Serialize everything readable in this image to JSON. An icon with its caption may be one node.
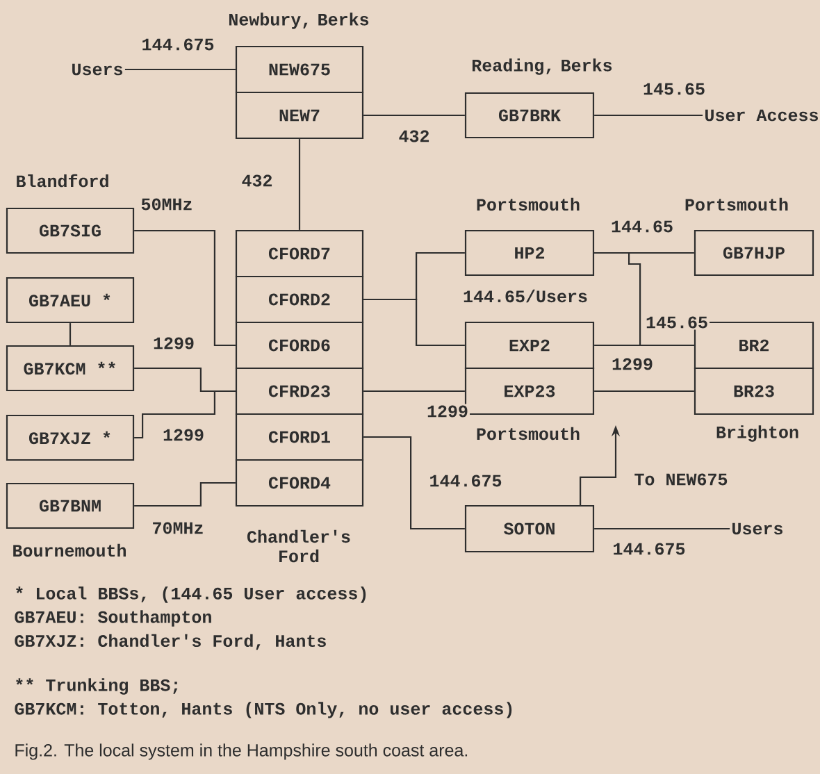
{
  "diagram": {
    "caption": "Fig.2. The local system in the Hampshire south coast area.",
    "nodes": [
      {
        "text": [
          "Users"
        ]
      },
      {
        "text": [
          "NEW675"
        ],
        "beside": [
          "Newbury, Berks"
        ]
      },
      {
        "text": [
          "NEW7"
        ]
      },
      {
        "text": [
          "GB7BRK"
        ],
        "beside": [
          "Reading, Berks"
        ]
      },
      {
        "text": [
          "User Access"
        ]
      },
      {
        "text": [
          "GB7SIG"
        ],
        "beside": [
          "Blandford"
        ]
      },
      {
        "text": [
          "GB7AEU *"
        ]
      },
      {
        "text": [
          "GB7KCM **"
        ]
      },
      {
        "text": [
          "GB7XJZ *"
        ]
      },
      {
        "text": [
          "GB7BNM"
        ],
        "beside": [
          "Bournemouth"
        ]
      },
      {
        "text": [
          "CFORD7"
        ]
      },
      {
        "text": [
          "CFORD2"
        ]
      },
      {
        "text": [
          "CFORD6"
        ]
      },
      {
        "text": [
          "CFRD23"
        ]
      },
      {
        "text": [
          "CFORD1"
        ]
      },
      {
        "text": [
          "CFORD4"
        ],
        "beside": [
          "Chandler's Ford"
        ]
      },
      {
        "text": [
          "HP2"
        ],
        "beside": [
          "Portsmouth"
        ]
      },
      {
        "text": [
          "GB7HJP"
        ],
        "beside": [
          "Portsmouth"
        ]
      },
      {
        "text": [
          "EXP2"
        ]
      },
      {
        "text": [
          "EXP23"
        ],
        "beside": [
          "Portsmouth"
        ]
      },
      {
        "text": [
          "BR2"
        ]
      },
      {
        "text": [
          "BR23"
        ],
        "beside": [
          "Brighton"
        ]
      },
      {
        "text": [
          "SOTON"
        ]
      },
      {
        "text": [
          "Users"
        ]
      }
    ],
    "edges": [
      {
        "from": 0,
        "to": 1,
        "arrow": "none",
        "label": "144.675"
      },
      {
        "from": 2,
        "to": 3,
        "arrow": "none",
        "label": "432"
      },
      {
        "from": 3,
        "to": 4,
        "arrow": "none",
        "label": "145.65"
      },
      {
        "from": 2,
        "to": 10,
        "arrow": "none",
        "label": "432"
      },
      {
        "from": 5,
        "to": 12,
        "arrow": "none",
        "label": "50MHz"
      },
      {
        "from": 6,
        "to": 7,
        "arrow": "none"
      },
      {
        "from": 7,
        "to": 13,
        "arrow": "none",
        "label": "1299"
      },
      {
        "from": 8,
        "to": 13,
        "arrow": "none",
        "label": "1299"
      },
      {
        "from": 9,
        "to": 15,
        "arrow": "none",
        "label": "70MHz"
      },
      {
        "from": 11,
        "to": 16,
        "arrow": "none"
      },
      {
        "from": 11,
        "to": 18,
        "arrow": "none",
        "label": "144.65/Users"
      },
      {
        "from": 13,
        "to": 19,
        "arrow": "none",
        "label": "1299"
      },
      {
        "from": 14,
        "to": 22,
        "arrow": "none",
        "label": "144.675"
      },
      {
        "from": 16,
        "to": 17,
        "arrow": "none",
        "label": "144.65"
      },
      {
        "from": 18,
        "to": 20,
        "arrow": "none"
      },
      {
        "from": 16,
        "to": 20,
        "arrow": "none",
        "label": "145.65"
      },
      {
        "from": 19,
        "to": 21,
        "arrow": "none",
        "label": "1299"
      },
      {
        "from": 22,
        "to": 23,
        "arrow": "none",
        "label": "144.675"
      },
      {
        "from": 22,
        "to": null,
        "arrow": "to",
        "label": "To NEW675"
      }
    ],
    "labels": [
      "* Local BBSs, (144.65 User access)",
      "GB7AEU: Southampton",
      "GB7XJZ: Chandler's Ford, Hants",
      "** Trunking BBS;",
      "GB7KCM: Totton, Hants (NTS Only, no user access)"
    ]
  }
}
